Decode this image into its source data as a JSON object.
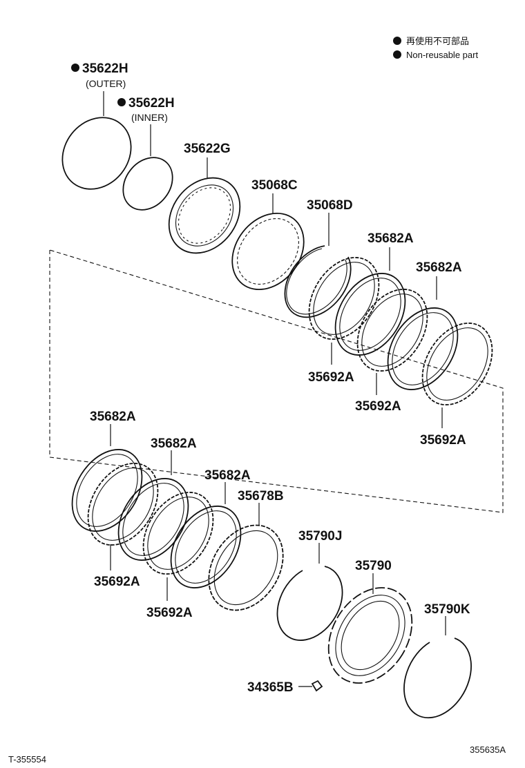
{
  "legend": [
    {
      "text": "再使用不可部品"
    },
    {
      "text": "Non-reusable part"
    }
  ],
  "parts": [
    {
      "number": "35622H",
      "note": "(OUTER)",
      "non_reusable": true
    },
    {
      "number": "35622H",
      "note": "(INNER)",
      "non_reusable": true
    },
    {
      "number": "35622G"
    },
    {
      "number": "35068C"
    },
    {
      "number": "35068D"
    },
    {
      "number": "35682A"
    },
    {
      "number": "35682A"
    },
    {
      "number": "35692A"
    },
    {
      "number": "35692A"
    },
    {
      "number": "35692A"
    },
    {
      "number": "35682A"
    },
    {
      "number": "35682A"
    },
    {
      "number": "35682A"
    },
    {
      "number": "35678B"
    },
    {
      "number": "35790J"
    },
    {
      "number": "35790"
    },
    {
      "number": "35790K"
    },
    {
      "number": "35692A"
    },
    {
      "number": "35692A"
    },
    {
      "number": "34365B"
    }
  ],
  "footer": {
    "left_code": "T-355554",
    "right_code": "355635A"
  }
}
